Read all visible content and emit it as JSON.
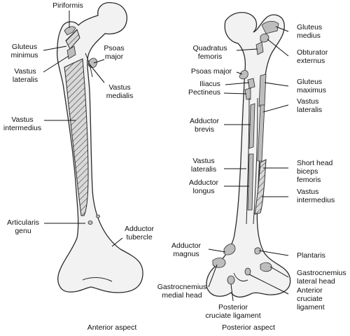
{
  "anterior": {
    "caption": "Anterior aspect",
    "labels": {
      "piriformis": "Piriformis",
      "gluteus_minimus": [
        "Gluteus",
        "minimus"
      ],
      "vastus_lateralis": [
        "Vastus",
        "lateralis"
      ],
      "psoas_major": [
        "Psoas",
        "major"
      ],
      "vastus_medialis": [
        "Vastus",
        "medialis"
      ],
      "vastus_intermedius": [
        "Vastus",
        "intermedius"
      ],
      "articularis_genu": [
        "Articularis",
        "genu"
      ],
      "adductor_tubercle": [
        "Adductor",
        "tubercle"
      ]
    }
  },
  "posterior": {
    "caption": "Posterior aspect",
    "labels": {
      "quadratus_femoris": [
        "Quadratus",
        "femoris"
      ],
      "psoas_major": "Psoas major",
      "iliacus": "Iliacus",
      "pectineus": "Pectineus",
      "adductor_brevis": [
        "Adductor",
        "brevis"
      ],
      "vastus_lateralis_left": [
        "Vastus",
        "lateralis"
      ],
      "adductor_longus": [
        "Adductor",
        "longus"
      ],
      "adductor_magnus": [
        "Adductor",
        "magnus"
      ],
      "gastrocnemius_medial_head": [
        "Gastrocnemius",
        "medial head"
      ],
      "posterior_cruciate_ligament": [
        "Posterior",
        "cruciate ligament"
      ],
      "gluteus_medius": [
        "Gluteus",
        "medius"
      ],
      "obturator_externus": [
        "Obturator",
        "externus"
      ],
      "gluteus_maximus": [
        "Gluteus",
        "maximus"
      ],
      "vastus_lateralis_right": [
        "Vastus",
        "lateralis"
      ],
      "short_head_biceps_femoris": [
        "Short head",
        "biceps",
        "femoris"
      ],
      "vastus_intermedius": [
        "Vastus",
        "intermedius"
      ],
      "plantaris": "Plantaris",
      "gastrocnemius_lateral_head": [
        "Gastrocnemius",
        "lateral head"
      ],
      "anterior_cruciate_ligament": [
        "Anterior",
        "cruciate",
        "ligament"
      ]
    }
  }
}
